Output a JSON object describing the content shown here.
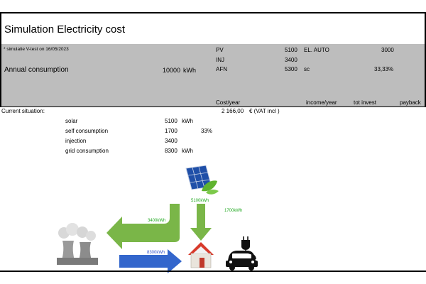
{
  "title": "Simulation Electricity cost",
  "header": {
    "sim_note": "* simulatie V-test on 16/05/2023",
    "annual_label": "Annual consumption",
    "annual_value": "10000",
    "annual_unit": "kWh",
    "pv_label": "PV",
    "pv_value": "5100",
    "ev_label": "EL. AUTO",
    "ev_value": "3000",
    "inj_label": "INJ",
    "inj_value": "3400",
    "afn_label": "AFN",
    "afn_value": "5300",
    "sc_label": "sc",
    "sc_value": "33,33%",
    "col_cost": "Cost/year",
    "col_income": "income/year",
    "col_invest": "tot invest",
    "col_payback": "payback"
  },
  "current": {
    "label": "Current situation:",
    "cost": "2 166,00",
    "cost_suffix": "€ (VAT incl )",
    "rows": [
      {
        "label": "solar",
        "value": "5100",
        "unit": "kWh",
        "extra": ""
      },
      {
        "label": "self consumption",
        "value": "1700",
        "unit": "",
        "extra": "33%"
      },
      {
        "label": "injection",
        "value": "3400",
        "unit": "",
        "extra": ""
      },
      {
        "label": "grid consumption",
        "value": "8300",
        "unit": "kWh",
        "extra": ""
      }
    ]
  },
  "flows": {
    "solar": "5100kWh",
    "injection": "3400kWh",
    "self": "1700kWh",
    "grid": "8300kWh"
  },
  "icons": {
    "solar": "solar-panel-icon",
    "plant": "power-plant-icon",
    "house": "house-icon",
    "car": "electric-car-icon"
  },
  "colors": {
    "header_gray": "#bdbdbd",
    "green_arrow": "#7ab648",
    "blue_arrow": "#3366cc",
    "flow_label_green": "#22aa22",
    "flow_label_blue": "#3355cc"
  }
}
